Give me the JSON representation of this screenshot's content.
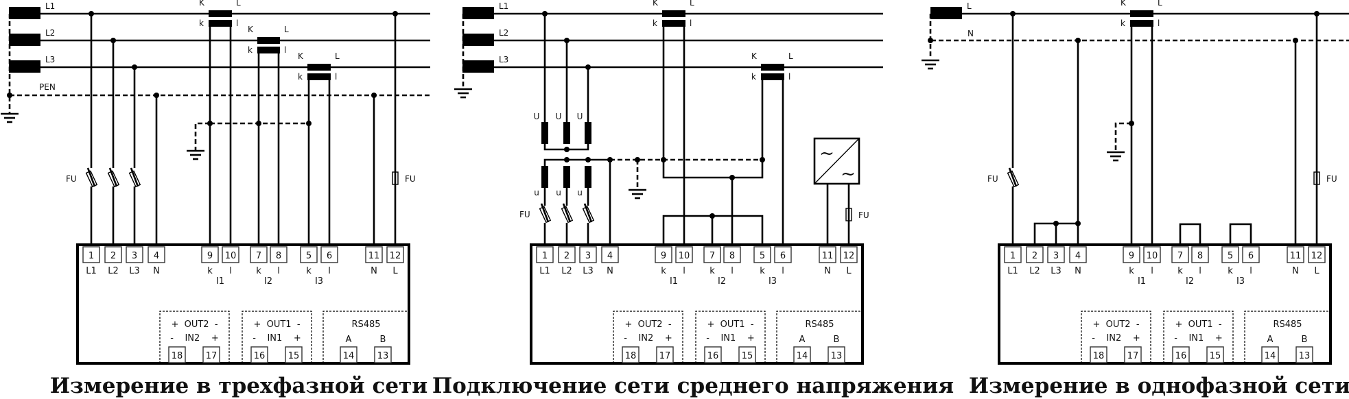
{
  "diagrams": [
    {
      "id": "three-phase",
      "caption": "Измерение в трехфазной сети",
      "bus_labels": [
        "L1",
        "L2",
        "L3",
        "PEN"
      ],
      "ct_labels": {
        "K": "K",
        "L": "L",
        "k": "k",
        "l": "l"
      },
      "fuse_label": "FU"
    },
    {
      "id": "medium-voltage",
      "caption": "Подключение сети среднего напряжения",
      "bus_labels": [
        "L1",
        "L2",
        "L3"
      ],
      "ct_labels": {
        "K": "K",
        "L": "L",
        "k": "k",
        "l": "l"
      },
      "vt_primary_label": "U",
      "vt_secondary_label": "u",
      "fuse_label": "FU",
      "converter_symbols": [
        "~",
        "~"
      ]
    },
    {
      "id": "single-phase",
      "caption": "Измерение в однофазной сети",
      "bus_labels": [
        "L",
        "N"
      ],
      "ct_labels": {
        "K": "K",
        "L": "L",
        "k": "k",
        "l": "l"
      },
      "fuse_label": "FU"
    }
  ],
  "meter": {
    "terminals_top": [
      {
        "num": "1",
        "label": "L1"
      },
      {
        "num": "2",
        "label": "L2"
      },
      {
        "num": "3",
        "label": "L3"
      },
      {
        "num": "4",
        "label": "N"
      },
      {
        "num": "9",
        "label": "k"
      },
      {
        "num": "10",
        "label": "l"
      },
      {
        "num": "7",
        "label": "k"
      },
      {
        "num": "8",
        "label": "l"
      },
      {
        "num": "5",
        "label": "k"
      },
      {
        "num": "6",
        "label": "l"
      },
      {
        "num": "11",
        "label": "N"
      },
      {
        "num": "12",
        "label": "L"
      }
    ],
    "current_groups": [
      "I1",
      "I2",
      "I3"
    ],
    "io_blocks": [
      {
        "name": "out2-in2",
        "line1": "+  OUT2  -",
        "line2": "-    IN2    +",
        "terminals": [
          "18",
          "17"
        ]
      },
      {
        "name": "out1-in1",
        "line1": "+  OUT1  -",
        "line2": "-    IN1    +",
        "terminals": [
          "16",
          "15"
        ]
      },
      {
        "name": "rs485",
        "line1": "RS485",
        "sub": [
          "A",
          "B"
        ],
        "terminals": [
          "14",
          "13"
        ]
      }
    ]
  }
}
